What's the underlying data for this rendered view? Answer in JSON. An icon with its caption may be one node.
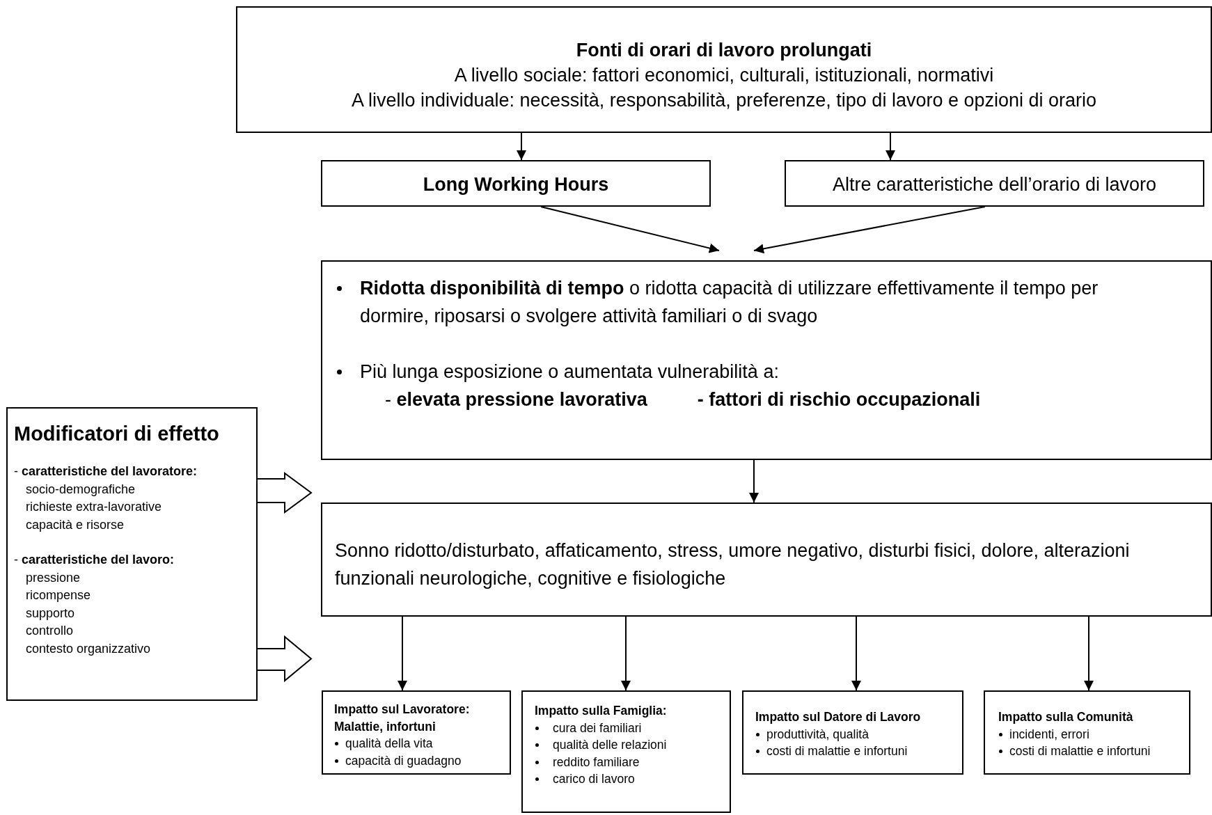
{
  "diagram": {
    "nodes": [
      {
        "text": [
          "Fonti di orari di lavoro prolungati",
          "A livello sociale: fattori economici, culturali, istituzionali, normativi",
          "A livello individuale: necessità, responsabilità, preferenze, tipo di lavoro e opzioni di orario"
        ]
      },
      {
        "text": [
          "Long Working Hours"
        ]
      },
      {
        "text": [
          "Altre caratteristiche dell’orario di lavoro"
        ]
      },
      {
        "text": [
          "**Ridotta disponibilità di tempo** o ridotta capacità di utilizzare effettivamente il tempo per dormire, riposarsi o svolgere attività familiari o di svago",
          "Più lunga esposizione o aumentata vulnerabilità a:",
          "- **elevata pressione lavorativa**",
          "**- fattori di rischio occupazionali**"
        ]
      },
      {
        "text": [
          "Sonno ridotto/disturbato, affaticamento, stress, umore negativo, disturbi fisici, dolore, alterazioni funzionali neurologiche, cognitive e fisiologiche"
        ]
      },
      {
        "text": [
          "Modificatori di effetto",
          "- **caratteristiche del lavoratore:**",
          "socio-demografiche",
          "richieste extra-lavorative",
          "capacità e risorse",
          "- **caratteristiche del lavoro:**",
          "pressione",
          "ricompense",
          "supporto",
          "controllo",
          "contesto organizzativo"
        ]
      },
      {
        "text": [
          "Impatto sul Lavoratore: Malattie, infortuni",
          "qualità della vita",
          "capacità di guadagno"
        ]
      },
      {
        "text": [
          "Impatto sulla Famiglia:",
          "cura dei familiari",
          "qualità delle relazioni",
          "reddito familiare",
          "carico di lavoro"
        ]
      },
      {
        "text": [
          "Impatto sul Datore di Lavoro",
          "produttività, qualità",
          "costi di malattie e infortuni"
        ]
      },
      {
        "text": [
          "Impatto sulla Comunità",
          "incidenti, errori",
          "costi di malattie e infortuni"
        ]
      }
    ],
    "edges": [
      {
        "from": 0,
        "to": 1,
        "arrow": "to"
      },
      {
        "from": 0,
        "to": 2,
        "arrow": "to"
      },
      {
        "from": 1,
        "to": 3,
        "arrow": "to"
      },
      {
        "from": 2,
        "to": 3,
        "arrow": "to"
      },
      {
        "from": 3,
        "to": 4,
        "arrow": "to"
      },
      {
        "from": 4,
        "to": 6,
        "arrow": "to"
      },
      {
        "from": 4,
        "to": 7,
        "arrow": "to"
      },
      {
        "from": 4,
        "to": 8,
        "arrow": "to"
      },
      {
        "from": 4,
        "to": 9,
        "arrow": "to"
      },
      {
        "from": 5,
        "to": null,
        "arrow": "to",
        "style": "thick"
      },
      {
        "from": 5,
        "to": null,
        "arrow": "to",
        "style": "thick"
      }
    ]
  }
}
